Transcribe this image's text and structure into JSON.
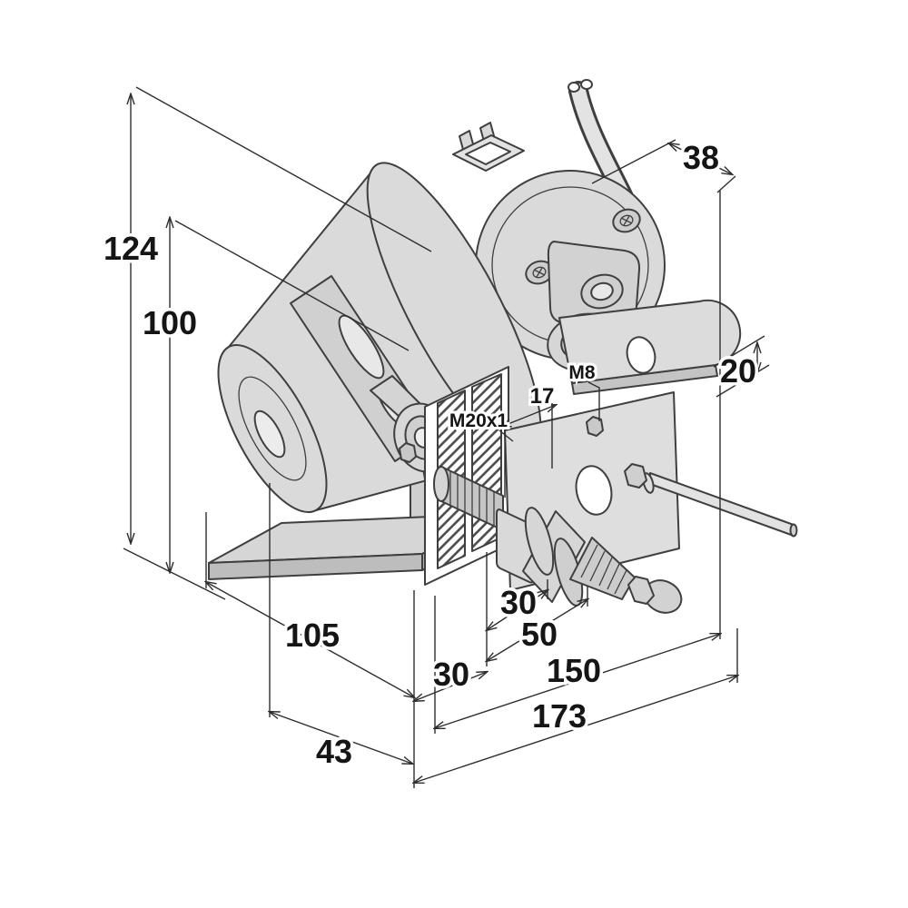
{
  "page": {
    "background": "#ffffff"
  },
  "drawing": {
    "kind": "isometric dimensioned drawing of a geared wiper motor with mounting bracket and output shaft",
    "colors": {
      "line": "#3f3f3f",
      "fill": "#dadada",
      "dim_line": "#2e2e2e",
      "text": "#151515",
      "background": "#ffffff"
    },
    "labels": {
      "dim_124": "124",
      "dim_100": "100",
      "dim_38": "38",
      "dim_20": "20",
      "thread_m8": "M8",
      "dim_17": "17",
      "thread_m20": "M20x1",
      "dim_30_shaft": "30",
      "dim_50": "50",
      "dim_30_bracket": "30",
      "dim_150": "150",
      "dim_173": "173",
      "dim_105": "105",
      "dim_43": "43"
    }
  }
}
